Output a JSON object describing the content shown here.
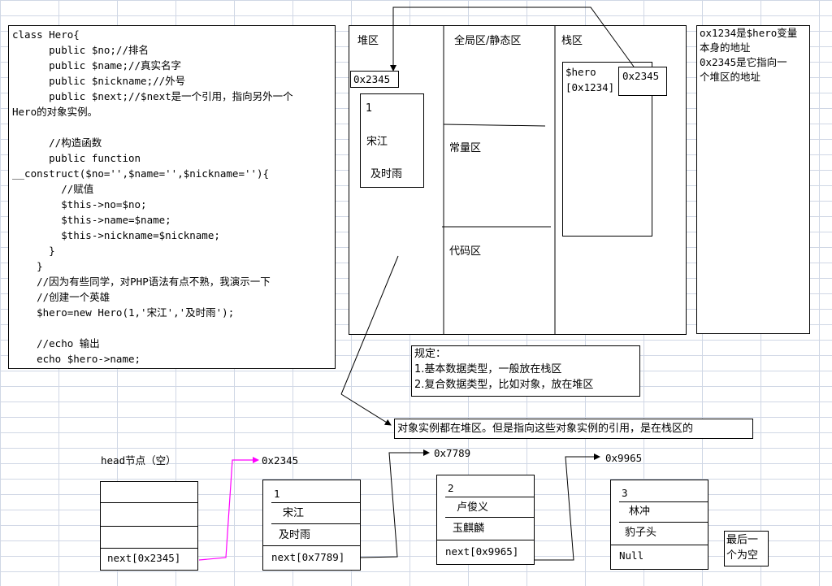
{
  "code": {
    "lines": [
      "class Hero{",
      "      public $no;//排名",
      "      public $name;//真实名字",
      "      public $nickname;//外号",
      "      public $next;//$next是一个引用，指向另外一个",
      "Hero的对象实例。",
      "",
      "      //构造函数",
      "      public function",
      "__construct($no='',$name='',$nickname=''){",
      "        //赋值",
      "        $this->no=$no;",
      "        $this->name=$name;",
      "        $this->nickname=$nickname;",
      "      }",
      "    }",
      "    //因为有些同学，对PHP语法有点不熟，我演示一下",
      "    //创建一个英雄",
      "    $hero=new Hero(1,'宋江','及时雨');",
      "",
      "    //echo 输出",
      "    echo $hero->name;"
    ]
  },
  "memory": {
    "heap_label": "堆区",
    "global_label": "全局区/静态区",
    "stack_label": "栈区",
    "constant_label": "常量区",
    "code_label": "代码区",
    "heap_address": "0x2345",
    "heap_object": {
      "no": "1",
      "name": "宋江",
      "nickname": "及时雨"
    },
    "stack_var": "$hero\n[0x1234]",
    "stack_ref": "0x2345"
  },
  "note": {
    "text": "ox1234是$hero变量\n本身的地址\n0x2345是它指向一\n个堆区的地址"
  },
  "rule": {
    "text": "规定：\n1.基本数据类型，一般放在栈区\n2.复合数据类型，比如对象，放在堆区"
  },
  "statement": {
    "text": "对象实例都在堆区。但是指向这些对象实例的引用，是在栈区的"
  },
  "linked_list": {
    "head_label": "head节点（空）",
    "head_next": "next[0x2345]",
    "nodes": [
      {
        "address": "0x2345",
        "no": "1",
        "name": "宋江",
        "nickname": "及时雨",
        "next": "next[0x7789]"
      },
      {
        "address": "0x7789",
        "no": "2",
        "name": "卢俊义",
        "nickname": "玉麒麟",
        "next": "next[0x9965]"
      },
      {
        "address": "0x9965",
        "no": "3",
        "name": "林冲",
        "nickname": "豹子头",
        "next": "Null"
      }
    ],
    "last_note": "最后一\n个为空"
  },
  "colors": {
    "pointer_pink": "#ff00ff",
    "line": "#000000",
    "grid": "#d0d7e5"
  }
}
